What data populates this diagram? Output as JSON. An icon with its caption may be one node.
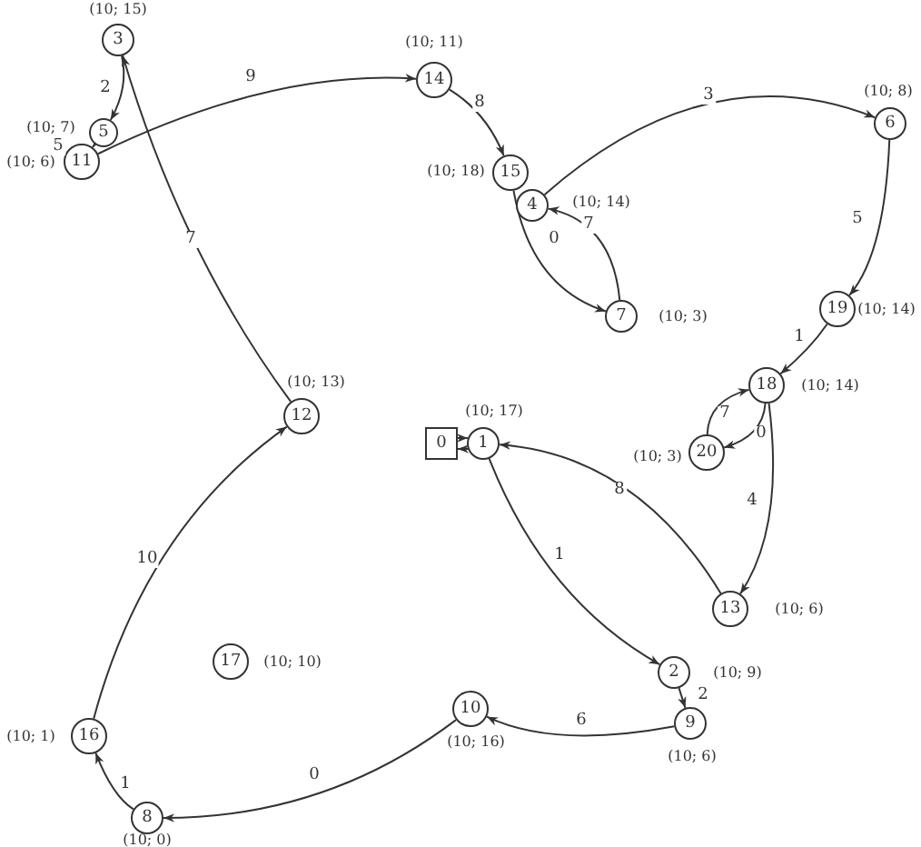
{
  "diagram": {
    "nodes": [
      {
        "text": [
          "0"
        ]
      },
      {
        "text": [
          "1"
        ],
        "beside": [
          "(10; 17)"
        ]
      },
      {
        "text": [
          "2"
        ],
        "beside": [
          "(10; 9)"
        ]
      },
      {
        "text": [
          "3"
        ],
        "beside": [
          "(10; 15)"
        ]
      },
      {
        "text": [
          "4"
        ],
        "beside": [
          "(10; 14)"
        ]
      },
      {
        "text": [
          "5"
        ],
        "beside": [
          "(10; 7)"
        ]
      },
      {
        "text": [
          "6"
        ],
        "beside": [
          "(10; 8)"
        ]
      },
      {
        "text": [
          "7"
        ],
        "beside": [
          "(10; 3)"
        ]
      },
      {
        "text": [
          "8"
        ],
        "beside": [
          "(10; 0)"
        ]
      },
      {
        "text": [
          "9"
        ],
        "beside": [
          "(10; 6)"
        ]
      },
      {
        "text": [
          "10"
        ],
        "beside": [
          "(10; 16)"
        ]
      },
      {
        "text": [
          "11"
        ],
        "beside": [
          "(10; 6)"
        ]
      },
      {
        "text": [
          "12"
        ],
        "beside": [
          "(10; 13)"
        ]
      },
      {
        "text": [
          "13"
        ],
        "beside": [
          "(10; 6)"
        ]
      },
      {
        "text": [
          "14"
        ],
        "beside": [
          "(10; 11)"
        ]
      },
      {
        "text": [
          "15"
        ],
        "beside": [
          "(10; 18)"
        ]
      },
      {
        "text": [
          "16"
        ],
        "beside": [
          "(10; 1)"
        ]
      },
      {
        "text": [
          "17"
        ],
        "beside": [
          "(10; 10)"
        ]
      },
      {
        "text": [
          "18"
        ],
        "beside": [
          "(10; 14)"
        ]
      },
      {
        "text": [
          "19"
        ],
        "beside": [
          "(10; 14)"
        ]
      },
      {
        "text": [
          "20"
        ],
        "beside": [
          "(10; 3)"
        ]
      }
    ],
    "edges": [
      {
        "from": 3,
        "to": 5,
        "arrow": "to",
        "label": "2"
      },
      {
        "from": 5,
        "to": 11,
        "arrow": "to",
        "label": "5"
      },
      {
        "from": 11,
        "to": 14,
        "arrow": "to",
        "label": "9"
      },
      {
        "from": 14,
        "to": 15,
        "arrow": "to",
        "label": "8"
      },
      {
        "from": 15,
        "to": 7,
        "arrow": "to",
        "label": "0"
      },
      {
        "from": 7,
        "to": 4,
        "arrow": "to",
        "label": "7"
      },
      {
        "from": 4,
        "to": 6,
        "arrow": "to",
        "label": "3"
      },
      {
        "from": 6,
        "to": 19,
        "arrow": "to",
        "label": "5"
      },
      {
        "from": 19,
        "to": 18,
        "arrow": "to",
        "label": "1"
      },
      {
        "from": 18,
        "to": 20,
        "arrow": "to",
        "label": "0"
      },
      {
        "from": 20,
        "to": 18,
        "arrow": "to",
        "label": "7"
      },
      {
        "from": 18,
        "to": 13,
        "arrow": "to",
        "label": "4"
      },
      {
        "from": 13,
        "to": 1,
        "arrow": "to",
        "label": "8"
      },
      {
        "from": 1,
        "to": 2,
        "arrow": "to",
        "label": "1"
      },
      {
        "from": 2,
        "to": 9,
        "arrow": "to",
        "label": "2"
      },
      {
        "from": 9,
        "to": 10,
        "arrow": "to",
        "label": "6"
      },
      {
        "from": 10,
        "to": 8,
        "arrow": "to",
        "label": "0"
      },
      {
        "from": 8,
        "to": 16,
        "arrow": "to",
        "label": "1"
      },
      {
        "from": 16,
        "to": 12,
        "arrow": "to",
        "label": "10"
      },
      {
        "from": 12,
        "to": 3,
        "arrow": "to",
        "label": "7"
      },
      {
        "from": 0,
        "to": 1,
        "arrow": "to"
      },
      {
        "from": 1,
        "to": 0,
        "arrow": "to"
      }
    ]
  }
}
